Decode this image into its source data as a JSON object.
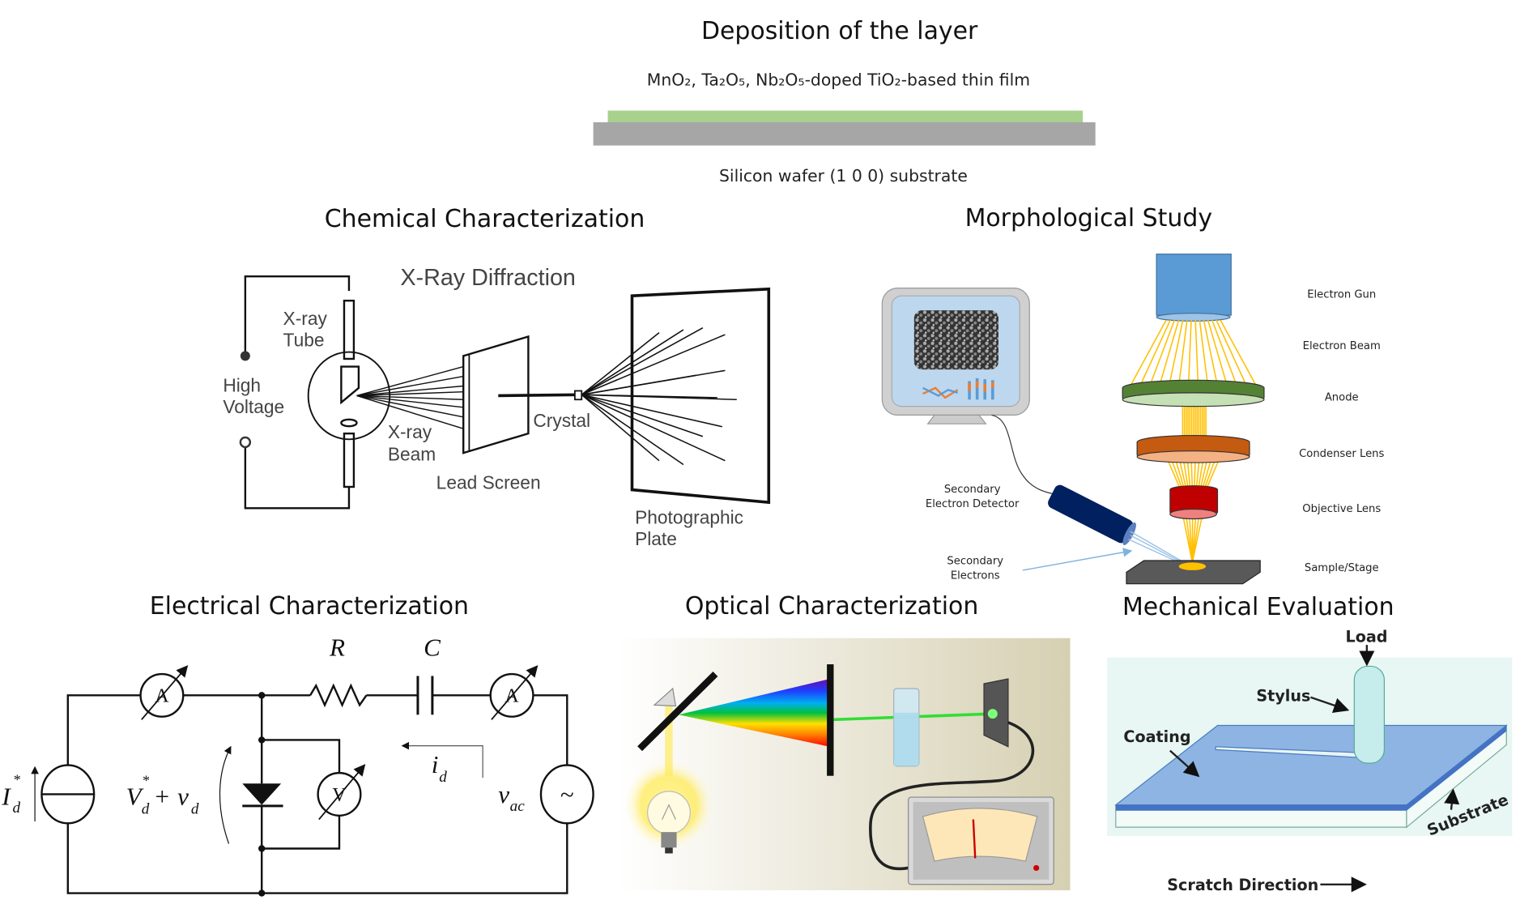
{
  "deposition": {
    "title": "Deposition of the layer",
    "film_label": "MnO₂, Ta₂O₅, Nb₂O₅-doped TiO₂-based thin film",
    "substrate_label": "Silicon wafer (1 0 0) substrate",
    "colors": {
      "film": "#a9d18e",
      "substrate": "#a6a6a6"
    }
  },
  "chemical": {
    "title": "Chemical Characterization",
    "diagram_title": "X-Ray Diffraction",
    "labels": {
      "tube_1": "X-ray",
      "tube_2": "Tube",
      "hv_1": "High",
      "hv_2": "Voltage",
      "beam_1": "X-ray",
      "beam_2": "Beam",
      "lead_screen": "Lead Screen",
      "crystal": "Crystal",
      "plate_1": "Photographic",
      "plate_2": "Plate"
    }
  },
  "morphological": {
    "title": "Morphological Study",
    "labels": {
      "gun": "Electron Gun",
      "beam": "Electron Beam",
      "anode": "Anode",
      "condenser": "Condenser Lens",
      "objective": "Objective Lens",
      "stage": "Sample/Stage",
      "detector_1": "Secondary",
      "detector_2": "Electron Detector",
      "electrons_1": "Secondary",
      "electrons_2": "Electrons"
    },
    "colors": {
      "gun": "#5b9bd5",
      "beam": "#ffc000",
      "anode": "#548235",
      "condenser": "#c55a11",
      "objective": "#c00000",
      "detector": "#002060"
    }
  },
  "electrical": {
    "title": "Electrical Characterization",
    "R": "R",
    "C": "C",
    "ammeter": "A",
    "voltmeter": "V",
    "ac_source": "~",
    "Id": {
      "base": "I",
      "sup": "*",
      "sub": "d"
    },
    "Vd": {
      "base": "V",
      "sup": "*",
      "sub": "d",
      "plus": "+",
      "v": "v",
      "vsub": "d"
    },
    "id": {
      "base": "i",
      "sub": "d"
    },
    "vac": {
      "base": "v",
      "sub": "ac"
    }
  },
  "optical": {
    "title": "Optical Characterization"
  },
  "mechanical": {
    "title": "Mechanical Evaluation",
    "labels": {
      "load": "Load",
      "stylus": "Stylus",
      "coating": "Coating",
      "substrate": "Substrate",
      "scratch": "Scratch Direction"
    }
  }
}
